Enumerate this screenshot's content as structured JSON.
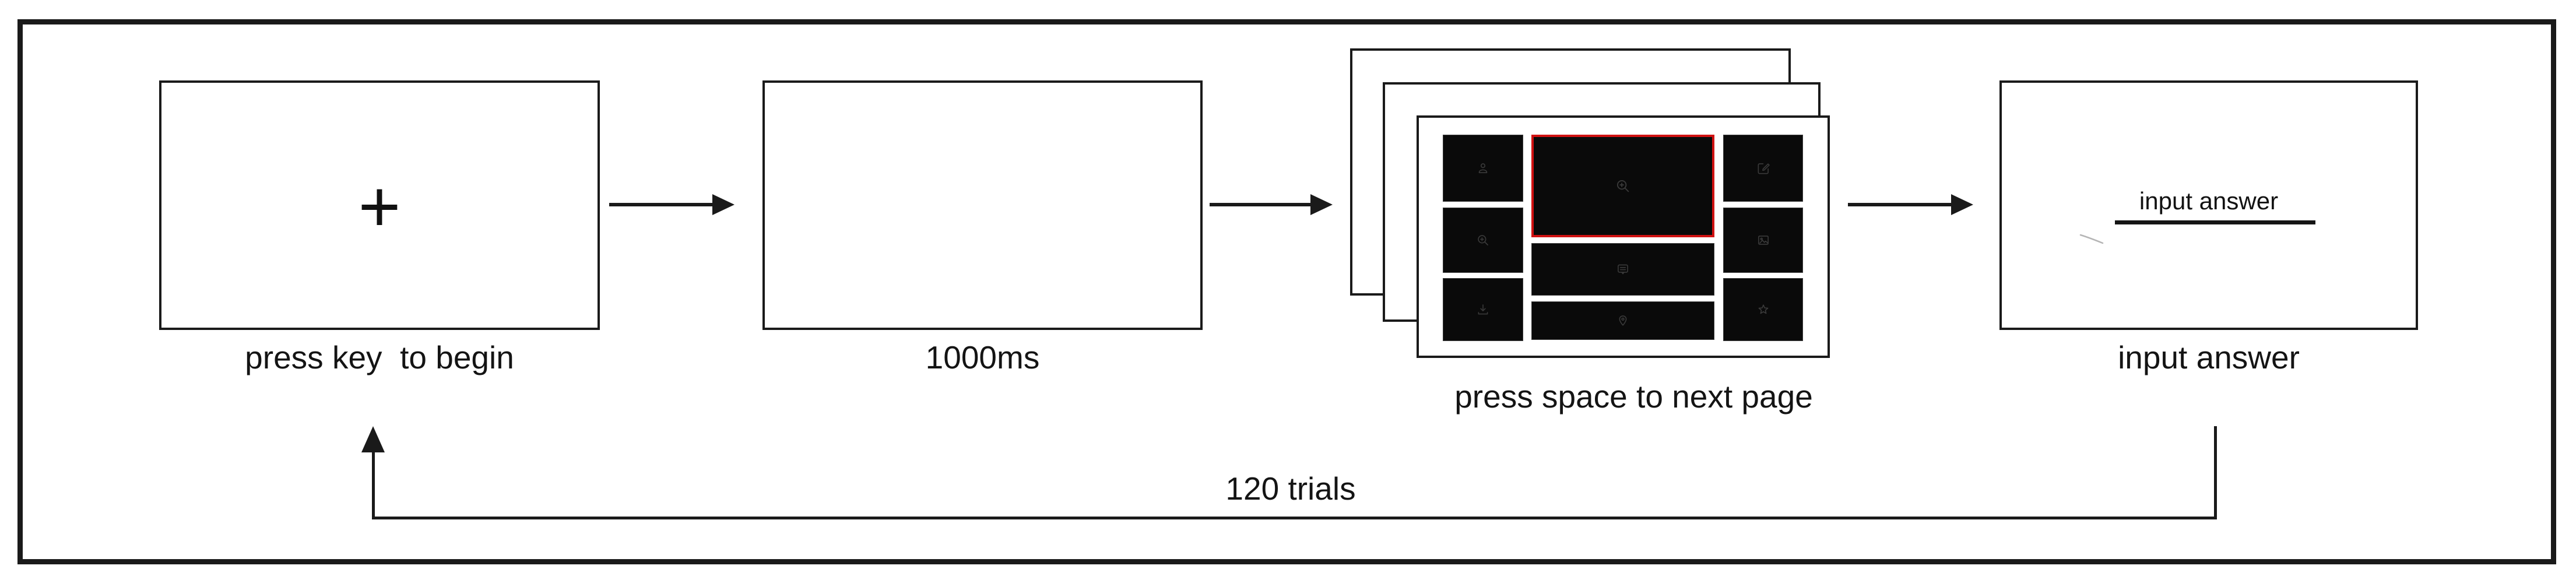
{
  "figure": {
    "type": "experiment-procedure-flow-diagram",
    "loop": {
      "label": "120 trials"
    }
  },
  "stages": {
    "fixation": {
      "symbol": "+",
      "caption": "press key  to begin"
    },
    "blank": {
      "caption": "1000ms"
    },
    "stimulus": {
      "caption": "press space to next page"
    },
    "response": {
      "caption": "input answer",
      "input_label": "input answer"
    }
  },
  "stimulus_grid": {
    "pages_stacked": 3,
    "highlighted_tile": "zoom-in-icon",
    "left_tiles": [
      "person-icon",
      "zoom-in-icon",
      "download-icon"
    ],
    "center_tiles": [
      "zoom-in-icon",
      "chat-icon",
      "location-pin-icon"
    ],
    "right_tiles": [
      "edit-icon",
      "image-icon",
      "star-icon"
    ]
  },
  "colors": {
    "line_black": "#1a1a1a",
    "tile_background": "#0a0a0a",
    "tile_icon_gray": "#3a3a3a",
    "highlight_red": "#d11212",
    "faint_stroke_gray": "#b5b5b5"
  }
}
